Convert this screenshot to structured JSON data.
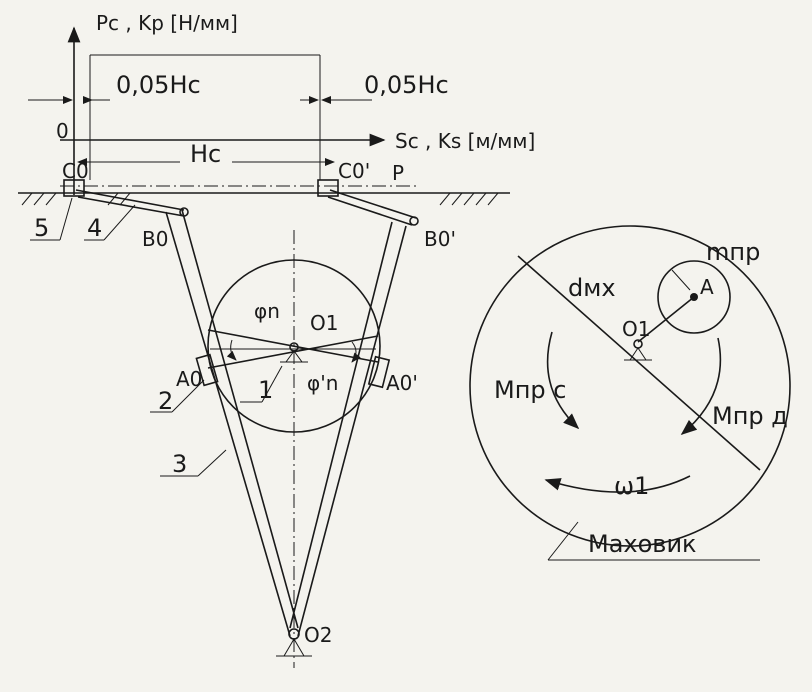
{
  "axes": {
    "force_label": "Pc , Kp [H/мм]",
    "stroke_label": "Sc , Ks [м/мм]",
    "origin": "0"
  },
  "dimensions": {
    "left_margin": "0,05Hc",
    "right_margin": "0,05Hc",
    "stroke": "Hc"
  },
  "points": {
    "c0": "C0",
    "c0p": "C0'",
    "p": "P",
    "b0": "B0",
    "b0p": "B0'",
    "a0": "A0",
    "a0p": "A0'",
    "o1": "O1",
    "o2": "O2",
    "phi": "φn",
    "phip": "φ'n"
  },
  "links": [
    "5",
    "4",
    "2",
    "1",
    "3"
  ],
  "flywheel": {
    "caption": "Маховик",
    "diameter": "dмх",
    "mass": "mпр",
    "point_a": "A",
    "center": "O1",
    "moment_c": "Mпр c",
    "moment_d": "Mпр д",
    "omega": "ω1"
  }
}
